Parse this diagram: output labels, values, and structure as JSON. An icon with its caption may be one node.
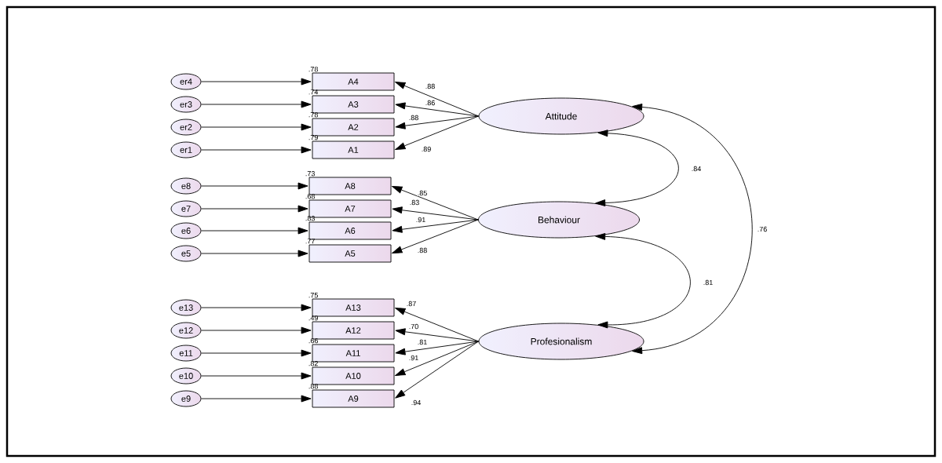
{
  "diagram": {
    "nodes": [
      {
        "text": [
          "er4"
        ]
      },
      {
        "text": [
          "A4"
        ],
        "beside": [
          ".78"
        ]
      },
      {
        "text": [
          "er3"
        ]
      },
      {
        "text": [
          "A3"
        ],
        "beside": [
          ".74"
        ]
      },
      {
        "text": [
          "er2"
        ]
      },
      {
        "text": [
          "A2"
        ],
        "beside": [
          ".78"
        ]
      },
      {
        "text": [
          "er1"
        ]
      },
      {
        "text": [
          "A1"
        ],
        "beside": [
          ".79"
        ]
      },
      {
        "text": [
          "e8"
        ]
      },
      {
        "text": [
          "A8"
        ],
        "beside": [
          ".73"
        ]
      },
      {
        "text": [
          "e7"
        ]
      },
      {
        "text": [
          "A7"
        ],
        "beside": [
          ".68"
        ]
      },
      {
        "text": [
          "e6"
        ]
      },
      {
        "text": [
          "A6"
        ],
        "beside": [
          ".83"
        ]
      },
      {
        "text": [
          "e5"
        ]
      },
      {
        "text": [
          "A5"
        ],
        "beside": [
          ".77"
        ]
      },
      {
        "text": [
          "e13"
        ]
      },
      {
        "text": [
          "A13"
        ],
        "beside": [
          ".75"
        ]
      },
      {
        "text": [
          "e12"
        ]
      },
      {
        "text": [
          "A12"
        ],
        "beside": [
          ".49"
        ]
      },
      {
        "text": [
          "e11"
        ]
      },
      {
        "text": [
          "A11"
        ],
        "beside": [
          ".66"
        ]
      },
      {
        "text": [
          "e10"
        ]
      },
      {
        "text": [
          "A10"
        ],
        "beside": [
          ".82"
        ]
      },
      {
        "text": [
          "e9"
        ]
      },
      {
        "text": [
          "A9"
        ],
        "beside": [
          ".88"
        ]
      },
      {
        "text": [
          "Attitude"
        ]
      },
      {
        "text": [
          "Behaviour"
        ]
      },
      {
        "text": [
          "Profesionalism"
        ]
      }
    ],
    "edges": [
      {
        "from": 0,
        "to": 1,
        "arrow": "to"
      },
      {
        "from": 2,
        "to": 3,
        "arrow": "to"
      },
      {
        "from": 4,
        "to": 5,
        "arrow": "to"
      },
      {
        "from": 6,
        "to": 7,
        "arrow": "to"
      },
      {
        "from": 8,
        "to": 9,
        "arrow": "to"
      },
      {
        "from": 10,
        "to": 11,
        "arrow": "to"
      },
      {
        "from": 12,
        "to": 13,
        "arrow": "to"
      },
      {
        "from": 14,
        "to": 15,
        "arrow": "to"
      },
      {
        "from": 16,
        "to": 17,
        "arrow": "to"
      },
      {
        "from": 18,
        "to": 19,
        "arrow": "to"
      },
      {
        "from": 20,
        "to": 21,
        "arrow": "to"
      },
      {
        "from": 22,
        "to": 23,
        "arrow": "to"
      },
      {
        "from": 24,
        "to": 25,
        "arrow": "to"
      },
      {
        "from": 26,
        "to": 1,
        "arrow": "to",
        "label": ".88"
      },
      {
        "from": 26,
        "to": 3,
        "arrow": "to",
        "label": ".86"
      },
      {
        "from": 26,
        "to": 5,
        "arrow": "to",
        "label": ".88"
      },
      {
        "from": 26,
        "to": 7,
        "arrow": "to",
        "label": ".89"
      },
      {
        "from": 27,
        "to": 9,
        "arrow": "to",
        "label": ".85"
      },
      {
        "from": 27,
        "to": 11,
        "arrow": "to",
        "label": ".83"
      },
      {
        "from": 27,
        "to": 13,
        "arrow": "to",
        "label": ".91"
      },
      {
        "from": 27,
        "to": 15,
        "arrow": "to",
        "label": ".88"
      },
      {
        "from": 28,
        "to": 17,
        "arrow": "to",
        "label": ".87"
      },
      {
        "from": 28,
        "to": 19,
        "arrow": "to",
        "label": ".70"
      },
      {
        "from": 28,
        "to": 21,
        "arrow": "to",
        "label": ".81"
      },
      {
        "from": 28,
        "to": 23,
        "arrow": "to",
        "label": ".91"
      },
      {
        "from": 28,
        "to": 25,
        "arrow": "to",
        "label": ".94"
      },
      {
        "from": 26,
        "to": 27,
        "arrow": "both",
        "label": ".84"
      },
      {
        "from": 27,
        "to": 28,
        "arrow": "both",
        "label": ".81"
      },
      {
        "from": 26,
        "to": 28,
        "arrow": "both",
        "label": ".76"
      }
    ]
  }
}
